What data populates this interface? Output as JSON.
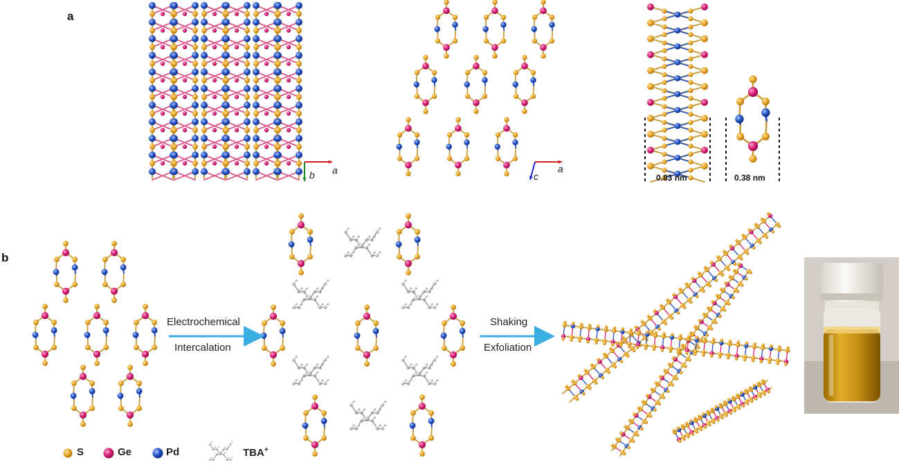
{
  "panels": {
    "a": "a",
    "b": "b"
  },
  "axes": {
    "left": {
      "vertical": "b",
      "horizontal": "a"
    },
    "middle": {
      "vertical": "c",
      "horizontal": "a"
    }
  },
  "dimensions": {
    "width_label": "0.83 nm",
    "pore_label": "0.38 nm"
  },
  "steps": {
    "step1": {
      "line1": "Electrochemical",
      "line2": "Intercalation"
    },
    "step2": {
      "line1": "Shaking",
      "line2": "Exfoliation"
    }
  },
  "legend": {
    "items": [
      {
        "label": "S",
        "color": "#e8a422"
      },
      {
        "label": "Ge",
        "color": "#d81b74"
      },
      {
        "label": "Pd",
        "color": "#1f4fc4"
      }
    ],
    "tba": "TBA",
    "tba_superscript": "+"
  },
  "colors": {
    "S": "#e8a422",
    "Ge": "#d81b74",
    "Pd": "#1f4fc4",
    "arrow": "#3aaee0",
    "bond": "#c9a046"
  }
}
